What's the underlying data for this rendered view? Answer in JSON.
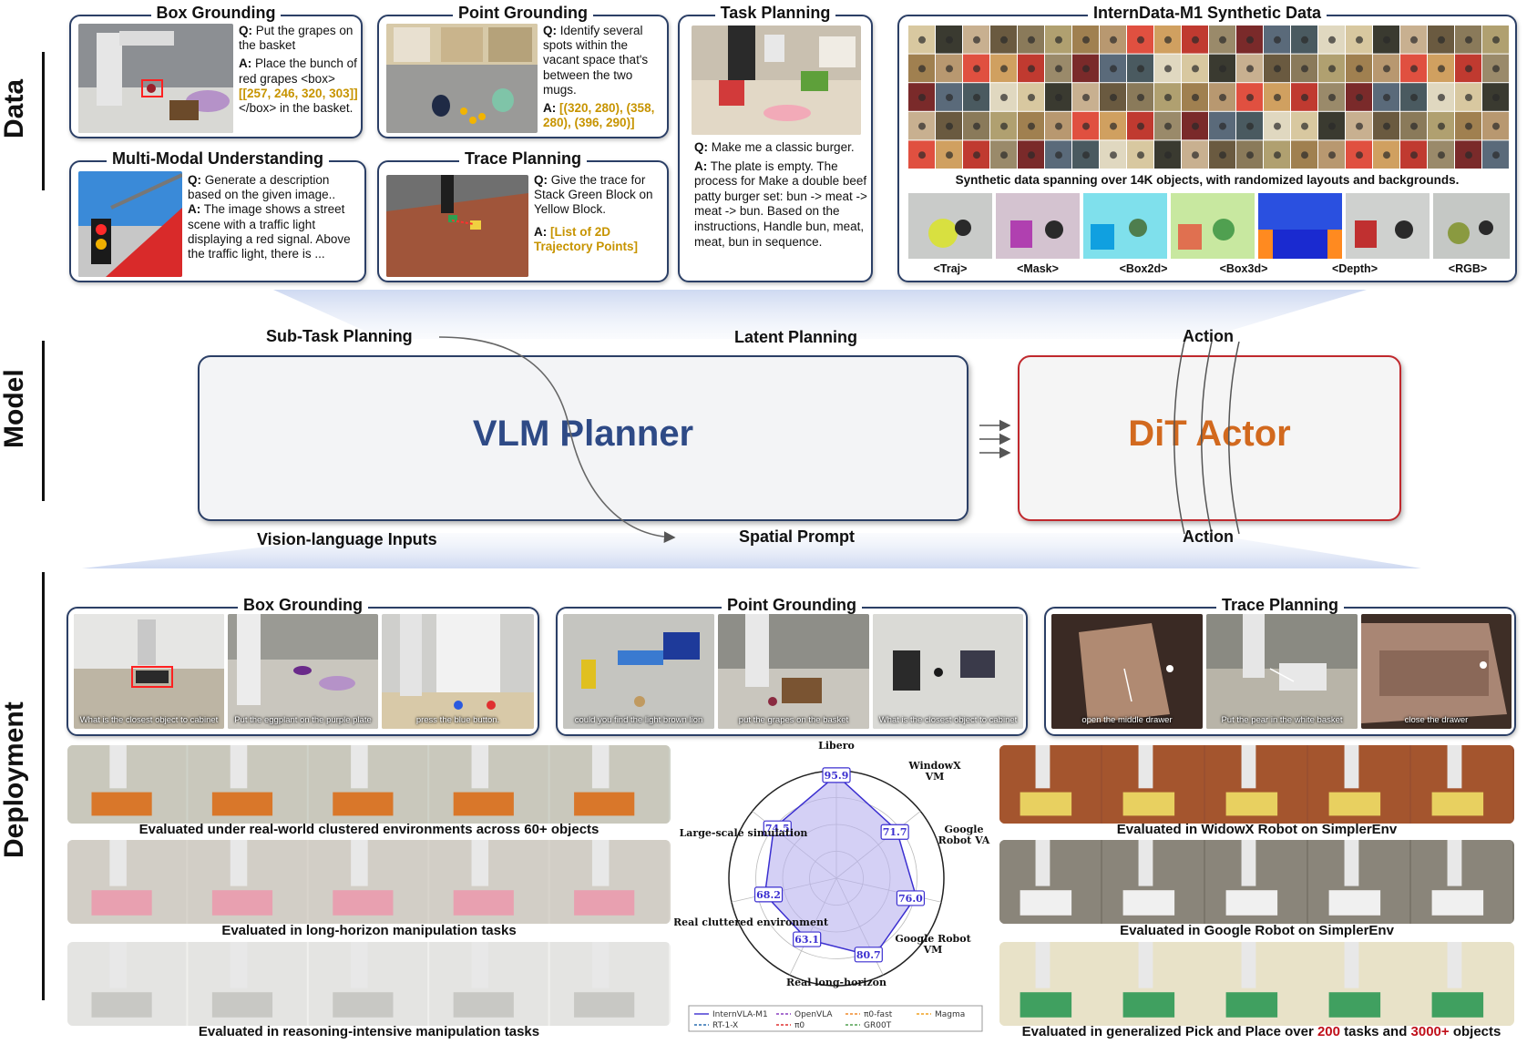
{
  "sections": {
    "data": "Data",
    "model": "Model",
    "deployment": "Deployment"
  },
  "data_panels": {
    "box_grounding": {
      "title": "Box Grounding",
      "q_label": "Q:",
      "q": "Put the grapes on the basket",
      "a_label": "A:",
      "a_pre": "Place the bunch of red grapes <box>",
      "a_hl": "[[257, 246, 320, 303]]",
      "a_post": " </box> in the basket."
    },
    "point_grounding": {
      "title": "Point Grounding",
      "q_label": "Q:",
      "q": "Identify several spots within the vacant space that's between the two mugs.",
      "a_label": "A:",
      "a_hl": "[(320, 280), (358, 280), (396, 290)]"
    },
    "task_planning": {
      "title": "Task Planning",
      "q_label": "Q:",
      "q": "Make me a classic burger.",
      "a_label": "A:",
      "a": "The plate is empty. The process for Make a double beef patty burger set: bun -> meat -> meat -> bun. Based on the instructions, Handle bun, meat, meat, bun in sequence."
    },
    "multimodal": {
      "title": "Multi-Modal Understanding",
      "q_label": "Q:",
      "q": "Generate a description based on the given image..",
      "a_label": "A:",
      "a": "The image shows a street scene with a traffic light displaying a red signal. Above the traffic light, there is ..."
    },
    "trace_planning": {
      "title": "Trace Planning",
      "q_label": "Q:",
      "q": "Give the trace for Stack Green Block on Yellow Block.",
      "a_label": "A:",
      "a_hl": "[List of 2D Trajectory Points]"
    },
    "synthetic": {
      "title": "InternData-M1 Synthetic Data",
      "caption": "Synthetic data spanning over 14K objects, with randomized layouts and backgrounds.",
      "modalities": [
        "<Traj>",
        "<Mask>",
        "<Box2d>",
        "<Box3d>",
        "<Depth>",
        "<RGB>"
      ]
    }
  },
  "model": {
    "planner": "VLM Planner",
    "actor": "DiT Actor",
    "labels": {
      "subtask": "Sub-Task Planning",
      "latent": "Latent Planning",
      "action_top": "Action",
      "vl_inputs": "Vision-language Inputs",
      "spatial": "Spatial Prompt",
      "action_bottom": "Action"
    }
  },
  "deployment": {
    "box_grounding": {
      "title": "Box Grounding",
      "captions": [
        "What is the closest object to cabinet",
        "Put the eggplant on the purple plate",
        "press the blue button."
      ]
    },
    "point_grounding": {
      "title": "Point Grounding",
      "captions": [
        "could you find the light brown lion",
        "put the grapes on the basket",
        "What is the closest object to cabinet"
      ]
    },
    "trace_planning": {
      "title": "Trace Planning",
      "captions": [
        "open the middle drawer",
        "Put the pear in the white basket",
        "close the drawer"
      ]
    },
    "left_strips": [
      "Evaluated under real-world clustered environments across 60+ objects",
      "Evaluated in long-horizon manipulation tasks",
      "Evaluated in reasoning-intensive manipulation tasks"
    ],
    "right_strips": {
      "widowx": "Evaluated in WidowX Robot on SimplerEnv",
      "google": "Evaluated in Google Robot on SimplerEnv",
      "pick_pre": "Evaluated in generalized Pick and Place over ",
      "pick_n1": "200",
      "pick_mid": " tasks and ",
      "pick_n2": "3000+",
      "pick_post": " objects"
    }
  },
  "chart_data": {
    "type": "radar",
    "axes": [
      "Libero",
      "WindowX VM",
      "Google Robot VA",
      "Google Robot VM",
      "Real long-horizon",
      "Real cluttered environment",
      "Large-scale simulation"
    ],
    "labels_printed": [
      "Libero",
      "WindowX\nVM",
      "Google\nRobot VA",
      "Google Robot\nVM",
      "Real long-horizon",
      "Real cluttered environment",
      "Large-scale simulation"
    ],
    "series": [
      {
        "name": "InternVLA-M1",
        "color": "#3b2fd0",
        "values": [
          95.9,
          71.7,
          76.0,
          80.7,
          63.1,
          68.2,
          74.5
        ]
      },
      {
        "name": "OpenVLA",
        "color": "#8a3fbf",
        "values": [
          null,
          null,
          null,
          null,
          null,
          null,
          null
        ]
      },
      {
        "name": "π0-fast",
        "color": "#f08a2c",
        "values": [
          null,
          null,
          null,
          null,
          null,
          null,
          null
        ]
      },
      {
        "name": "Magma",
        "color": "#f0a020",
        "values": [
          null,
          null,
          null,
          null,
          null,
          null,
          null
        ]
      },
      {
        "name": "RT-1-X",
        "color": "#2a6fb0",
        "values": [
          null,
          null,
          null,
          null,
          null,
          null,
          null
        ]
      },
      {
        "name": "π0",
        "color": "#e03030",
        "values": [
          null,
          null,
          null,
          null,
          null,
          null,
          null
        ]
      },
      {
        "name": "GR00T",
        "color": "#50a050",
        "values": [
          null,
          null,
          null,
          null,
          null,
          null,
          null
        ]
      }
    ],
    "value_labels": [
      "95.9",
      "71.7",
      "76.0",
      "80.7",
      "63.1",
      "68.2",
      "74.5"
    ],
    "legend": [
      "InternVLA-M1",
      "OpenVLA",
      "π0-fast",
      "Magma",
      "RT-1-X",
      "π0",
      "GR00T"
    ],
    "legend_placement": "bottom"
  },
  "colors": {
    "planner_text": "#2e4a86",
    "actor_text": "#d2691e",
    "panel_border": "#2b3f66",
    "actor_border": "#c0282d",
    "highlight": "#c79400",
    "red_text": "#c0101a"
  }
}
